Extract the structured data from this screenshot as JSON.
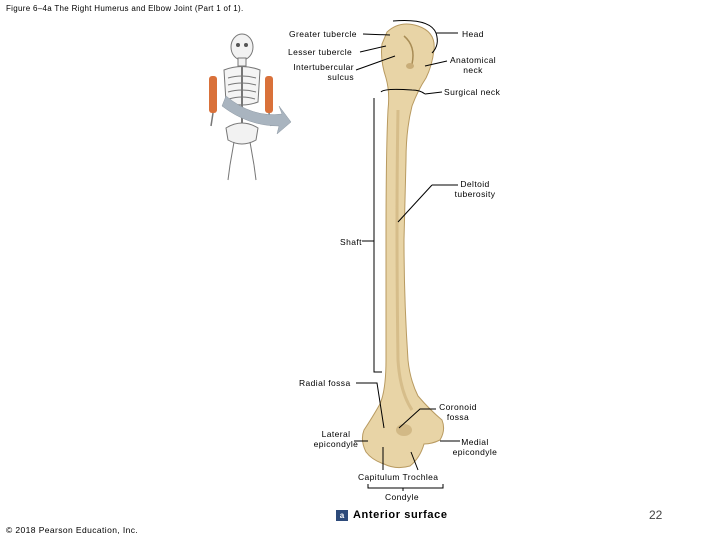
{
  "figure_title": "Figure 6–4a The Right Humerus and Elbow Joint (Part 1 of 1).",
  "labels": {
    "greater_tubercle": "Greater tubercle",
    "lesser_tubercle": "Lesser tubercle",
    "intertubercular_sulcus": [
      "Intertubercular",
      "sulcus"
    ],
    "head": "Head",
    "anatomical_neck": [
      "Anatomical",
      "neck"
    ],
    "surgical_neck": "Surgical neck",
    "deltoid_tuberosity": [
      "Deltoid",
      "tuberosity"
    ],
    "shaft": "Shaft",
    "radial_fossa": "Radial fossa",
    "coronoid_fossa": [
      "Coronoid",
      "fossa"
    ],
    "lateral_epicondyle": [
      "Lateral",
      "epicondyle"
    ],
    "medial_epicondyle": [
      "Medial",
      "epicondyle"
    ],
    "capitulum_trochlea": "Capitulum Trochlea",
    "condyle": "Condyle"
  },
  "view_badge": "a",
  "view_label": "Anterior surface",
  "copyright": "© 2018 Pearson Education, Inc.",
  "page_number": "22",
  "colors": {
    "bone": "#e8d4a6",
    "bone_shadow": "#c9ad78",
    "highlight_bone": "#d9713a",
    "arrow": "#a9b4bf",
    "badge": "#2d4a7a"
  }
}
